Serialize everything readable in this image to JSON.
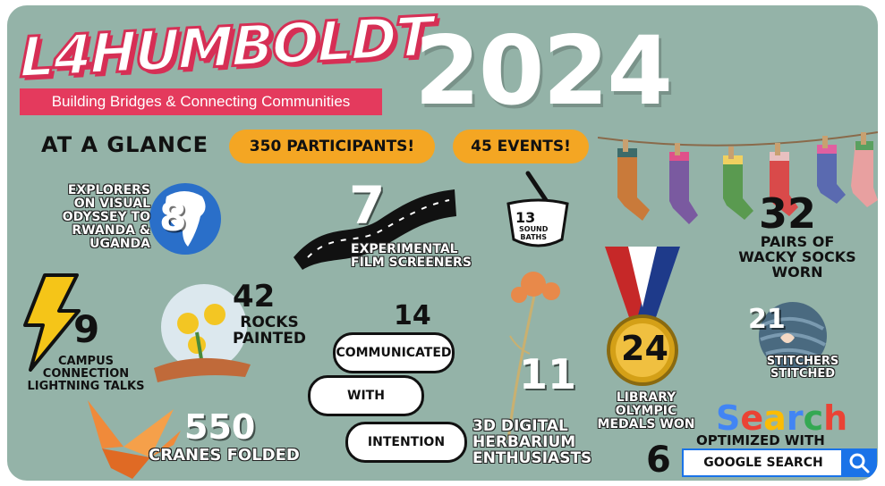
{
  "header": {
    "logo_text": "L4HUMBOLDT",
    "tagline": "Building Bridges & Connecting Communities",
    "year": "2024",
    "at_a_glance": "AT A GLANCE",
    "participants": "350 PARTICIPANTS!",
    "events": "45 EVENTS!"
  },
  "stats": {
    "explorers": {
      "number": "8",
      "label_lines": [
        "EXPLORERS",
        "ON VISUAL",
        "ODYSSEY TO",
        "RWANDA &",
        "UGANDA"
      ]
    },
    "film": {
      "number": "7",
      "label_lines": [
        "EXPERIMENTAL",
        "FILM SCREENERS"
      ]
    },
    "sound": {
      "number": "13",
      "label_lines": [
        "SOUND",
        "BATHS"
      ]
    },
    "socks": {
      "number": "32",
      "label_lines": [
        "PAIRS OF",
        "WACKY SOCKS",
        "WORN"
      ]
    },
    "lightning": {
      "number": "9",
      "label_lines": [
        "CAMPUS",
        "CONNECTION",
        "LIGHTNING TALKS"
      ]
    },
    "rocks": {
      "number": "42",
      "label_lines": [
        "ROCKS",
        "PAINTED"
      ]
    },
    "communicated": {
      "number": "14",
      "bubbles": [
        "COMMUNICATED",
        "WITH",
        "INTENTION"
      ]
    },
    "herbarium": {
      "number": "11",
      "label_lines": [
        "3D DIGITAL",
        "HERBARIUM",
        "ENTHUSIASTS"
      ]
    },
    "library": {
      "number": "24",
      "label_lines": [
        "LIBRARY OLYMPIC",
        "MEDALS WON"
      ]
    },
    "stitchers": {
      "number": "21",
      "label_lines": [
        "STITCHERS",
        "STITCHED"
      ]
    },
    "cranes": {
      "number": "550",
      "label": "CRANES FOLDED"
    },
    "search": {
      "number": "6",
      "word": "Search",
      "label": "OPTIMIZED WITH",
      "box_text": "GOOGLE SEARCH"
    }
  },
  "colors": {
    "background": "#94b3a8",
    "accent_pink": "#e43a5d",
    "pill_orange": "#f4a623",
    "google_blue": "#1a73e8"
  },
  "icons": [
    "africa-globe-icon",
    "film-strip-icon",
    "singing-bowl-icon",
    "socks-clothesline-icon",
    "lightning-bolt-icon",
    "flower-pot-icon",
    "dried-flower-icon",
    "gold-medal-icon",
    "yarn-ball-icon",
    "paper-crane-icon",
    "search-magnifier-icon"
  ]
}
